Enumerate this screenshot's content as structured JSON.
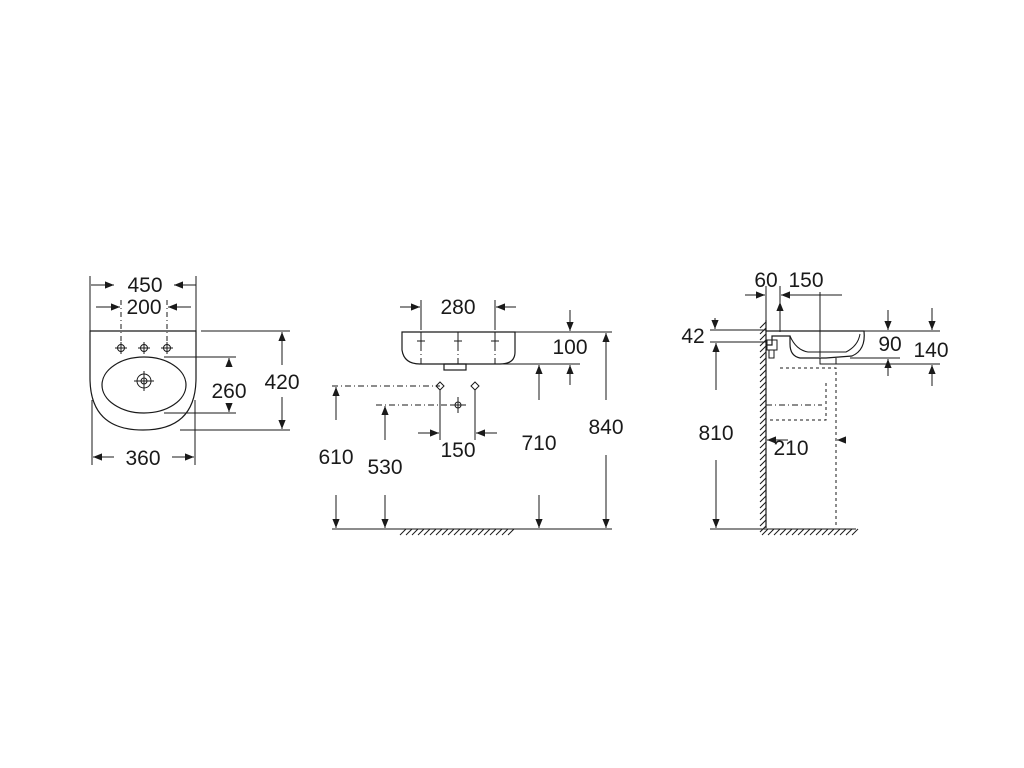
{
  "top_view": {
    "width_overall": "450",
    "tap_hole_spacing": "200",
    "bowl_depth": "260",
    "depth_overall": "420",
    "bowl_width": "360"
  },
  "front_view": {
    "bowl_inner_width": "280",
    "rim_height": "100",
    "overflow_height": "610",
    "waste_height": "530",
    "waste_spacing": "150",
    "bottom_height": "710",
    "rim_top_height": "840"
  },
  "side_view": {
    "wall_offset": "60",
    "waste_projection": "150",
    "mount_offset": "42",
    "rim_thickness": "90",
    "front_depth": "140",
    "floor_to_mount": "810",
    "pedestal_offset": "210"
  }
}
